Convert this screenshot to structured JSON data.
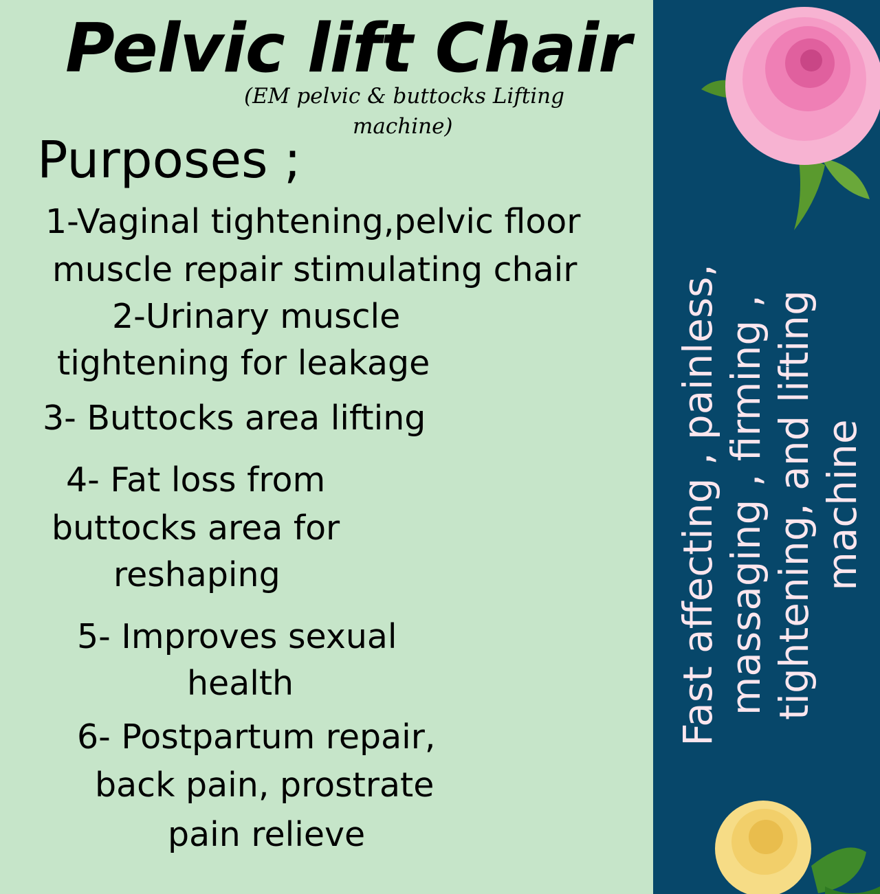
{
  "title": "Pelvic lift Chair",
  "subtitle": [
    "(EM pelvic & buttocks Lifting",
    "machine)"
  ],
  "purposes_heading": "Purposes ;",
  "items": [
    "1-Vaginal tightening,pelvic floor",
    "muscle repair stimulating chair",
    "2-Urinary muscle",
    "tightening for leakage",
    "3- Buttocks area lifting",
    "4- Fat loss from",
    "buttocks area for",
    "reshaping",
    "5- Improves sexual",
    "health",
    "6-  Postpartum repair,",
    "back pain, prostrate",
    "pain relieve"
  ],
  "side_text": [
    "Fast affecting , painless,",
    "massaging , firming ,",
    "tightening, and lifting",
    "machine"
  ],
  "colors": {
    "left_bg": "#c6e5c9",
    "right_bg": "#07476a",
    "side_text": "#fbe6ee",
    "pink_rose": "#f27fb6",
    "yellow_rose": "#f6dc86"
  }
}
